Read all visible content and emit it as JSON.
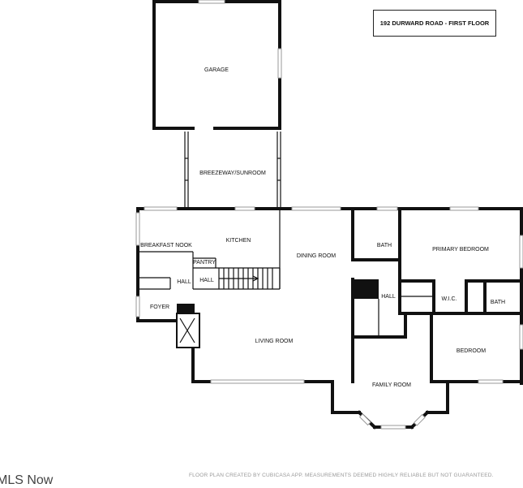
{
  "title": "192 DURWARD ROAD - FIRST FLOOR",
  "rooms": {
    "garage": "GARAGE",
    "breezeway": "BREEZEWAY/SUNROOM",
    "breakfast_nook": "BREAKFAST NOOK",
    "kitchen": "KITCHEN",
    "pantry": "PANTRY",
    "hall_left": "HALL",
    "hall_middle": "HALL",
    "foyer": "FOYER",
    "dining_room": "DINING ROOM",
    "living_room": "LIVING ROOM",
    "bath_upper": "BATH",
    "primary_bedroom": "PRIMARY BEDROOM",
    "hall_right": "HALL",
    "wic": "W.I.C.",
    "bath_right": "BATH",
    "bedroom": "BEDROOM",
    "family_room": "FAMILY ROOM"
  },
  "footer": "FLOOR PLAN CREATED BY CUBICASA APP. MEASUREMENTS DEEMED HIGHLY RELIABLE BUT NOT GUARANTEED.",
  "watermark": "MLS Now"
}
